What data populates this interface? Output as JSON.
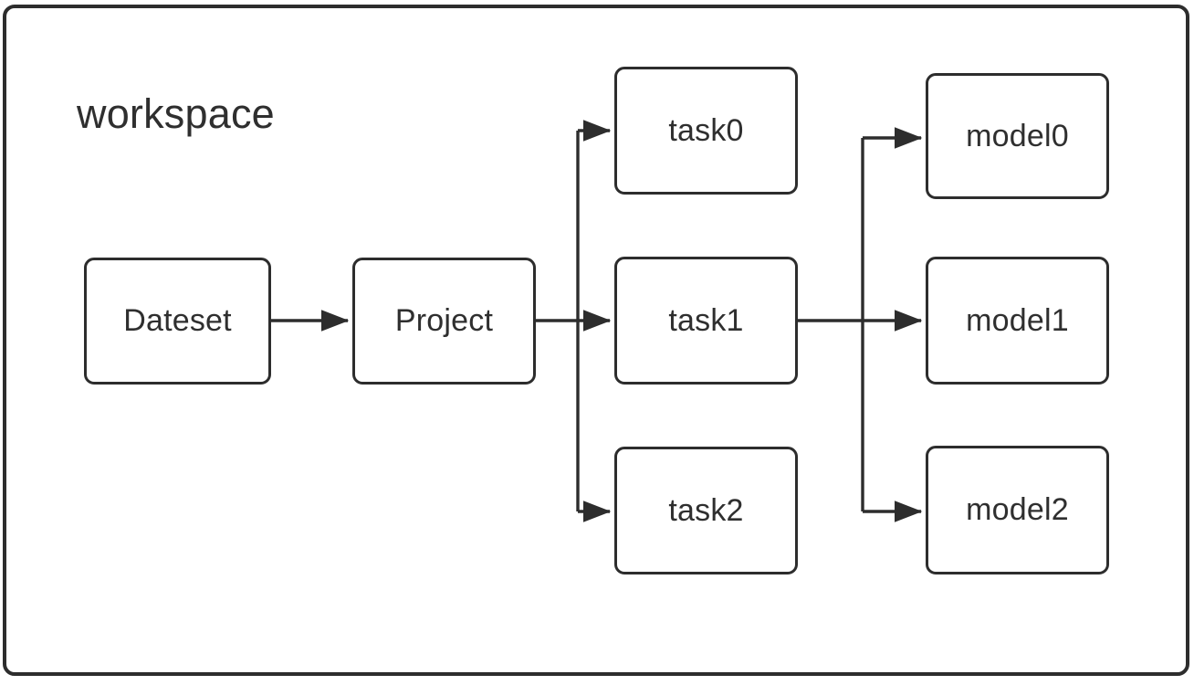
{
  "diagram": {
    "type": "flow-diagram",
    "orientation": "left-to-right",
    "group": {
      "label": "workspace",
      "border_color": "#2d2d2d",
      "background_color": "#ffffff"
    },
    "style": {
      "node_border_color": "#2d2d2d",
      "node_fill_color": "#ffffff",
      "text_color": "#2f2f2f",
      "edge_color": "#2d2d2d"
    },
    "nodes": [
      {
        "id": "dateset",
        "label": "Dateset"
      },
      {
        "id": "project",
        "label": "Project"
      },
      {
        "id": "task0",
        "label": "task0"
      },
      {
        "id": "task1",
        "label": "task1"
      },
      {
        "id": "task2",
        "label": "task2"
      },
      {
        "id": "model0",
        "label": "model0"
      },
      {
        "id": "model1",
        "label": "model1"
      },
      {
        "id": "model2",
        "label": "model2"
      }
    ],
    "edges": [
      {
        "from": "dateset",
        "to": "project",
        "arrow": true
      },
      {
        "from": "project",
        "to": "task0",
        "arrow": true
      },
      {
        "from": "project",
        "to": "task1",
        "arrow": true
      },
      {
        "from": "project",
        "to": "task2",
        "arrow": true
      },
      {
        "from": "task1",
        "to": "model0",
        "arrow": true
      },
      {
        "from": "task1",
        "to": "model1",
        "arrow": true
      },
      {
        "from": "task1",
        "to": "model2",
        "arrow": true
      }
    ]
  }
}
